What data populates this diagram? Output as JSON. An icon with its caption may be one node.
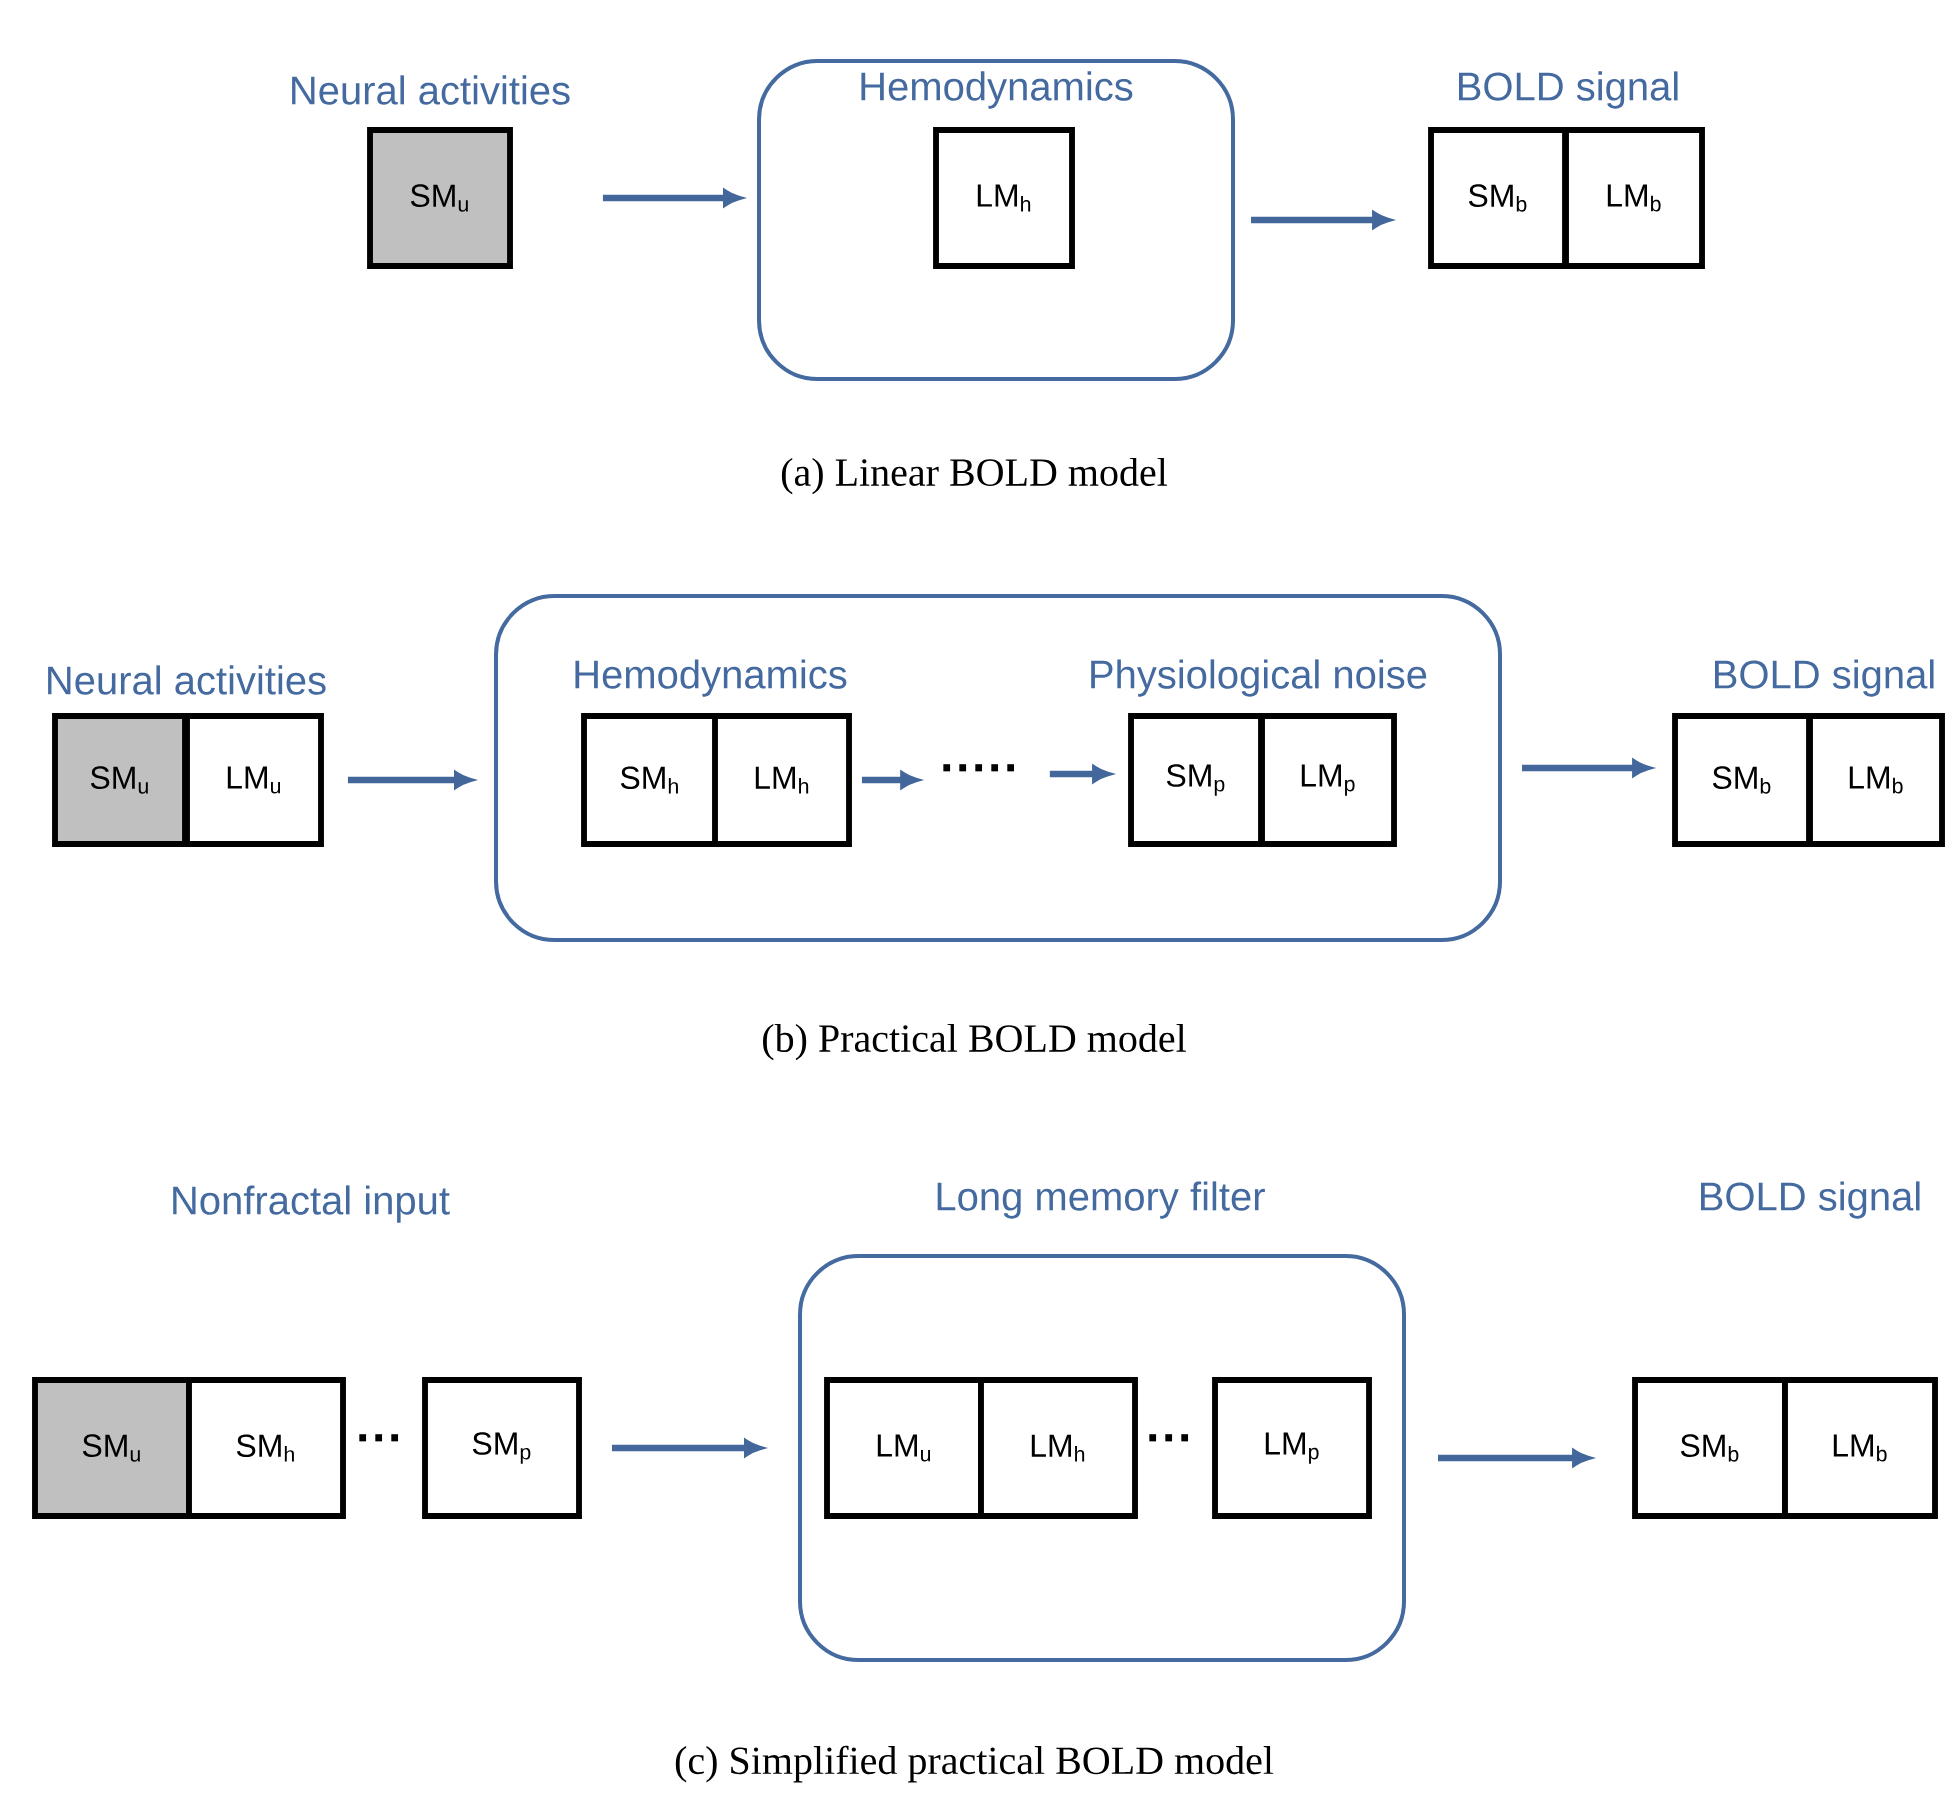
{
  "diagram": {
    "nodes": [
      {
        "text": [
          "SM$_{u}$"
        ]
      },
      {
        "text": [
          "Hemodynamics"
        ]
      },
      {
        "text": [
          "LM$_{h}$"
        ],
        "in": 1
      },
      {
        "text": [
          "SM$_{b}$"
        ]
      },
      {
        "text": [
          "LM$_{b}$"
        ]
      },
      {
        "text": [
          "SM$_{u}$"
        ]
      },
      {
        "text": [
          "LM$_{u}$"
        ]
      },
      {
        "text": [
          "Hemodynamics",
          "Physiological noise"
        ]
      },
      {
        "text": [
          "SM$_{h}$"
        ],
        "in": 7
      },
      {
        "text": [
          "LM$_{h}$"
        ],
        "in": 7
      },
      {
        "text": [
          "·····"
        ],
        "in": 7
      },
      {
        "text": [
          "SM$_{p}$"
        ],
        "in": 7
      },
      {
        "text": [
          "LM$_{p}$"
        ],
        "in": 7
      },
      {
        "text": [
          "SM$_{b}$"
        ]
      },
      {
        "text": [
          "LM$_{b}$"
        ]
      },
      {
        "text": [
          "SM$_{u}$"
        ]
      },
      {
        "text": [
          "SM$_{h}$"
        ]
      },
      {
        "text": [
          "SM$_{p}$"
        ]
      },
      {
        "text": [
          "Long memory filter"
        ]
      },
      {
        "text": [
          "LM$_{u}$"
        ],
        "in": 18
      },
      {
        "text": [
          "LM$_{h}$"
        ],
        "in": 18
      },
      {
        "text": [
          "LM$_{p}$"
        ],
        "in": 18
      },
      {
        "text": [
          "SM$_{b}$"
        ]
      },
      {
        "text": [
          "LM$_{b}$"
        ]
      }
    ],
    "edges": [
      {
        "from": 0,
        "to": 1,
        "arrow": "to"
      },
      {
        "from": 1,
        "to": 3,
        "arrow": "to"
      },
      {
        "from": 6,
        "to": 7,
        "arrow": "to"
      },
      {
        "from": 9,
        "to": 10,
        "arrow": "to"
      },
      {
        "from": 10,
        "to": 11,
        "arrow": "to"
      },
      {
        "from": 7,
        "to": 13,
        "arrow": "to"
      },
      {
        "from": 17,
        "to": 18,
        "arrow": "to"
      },
      {
        "from": 18,
        "to": 22,
        "arrow": "to"
      }
    ],
    "labels": [
      "Neural activities",
      "BOLD signal",
      "(a) Linear BOLD model",
      "Neural activities",
      "BOLD signal",
      "(b) Practical BOLD model",
      "Nonfractal input",
      "BOLD signal",
      "···",
      "···",
      "(c) Simplified practical BOLD model"
    ]
  }
}
